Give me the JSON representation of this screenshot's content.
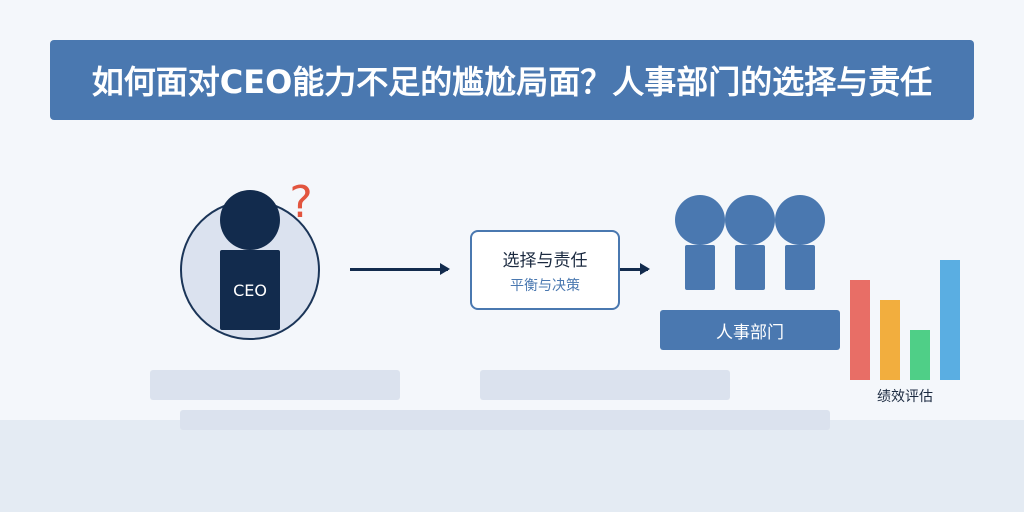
{
  "title": "如何面对CEO能力不足的尴尬局面？人事部门的选择与责任",
  "ceo": {
    "label": "CEO",
    "question_mark": "?"
  },
  "decision": {
    "title": "选择与责任",
    "subtitle": "平衡与决策"
  },
  "hr": {
    "label": "人事部门",
    "member_count": 3
  },
  "performance": {
    "label": "绩效评估",
    "bars": [
      {
        "value": 100,
        "color": "#e86e66"
      },
      {
        "value": 80,
        "color": "#f2ae3e"
      },
      {
        "value": 50,
        "color": "#4fcf87"
      },
      {
        "value": 120,
        "color": "#5aaee2"
      }
    ]
  },
  "colors": {
    "primary": "#4a78b0",
    "dark": "#122b4d",
    "accent": "#e2553f",
    "background": "#f4f7fb"
  }
}
